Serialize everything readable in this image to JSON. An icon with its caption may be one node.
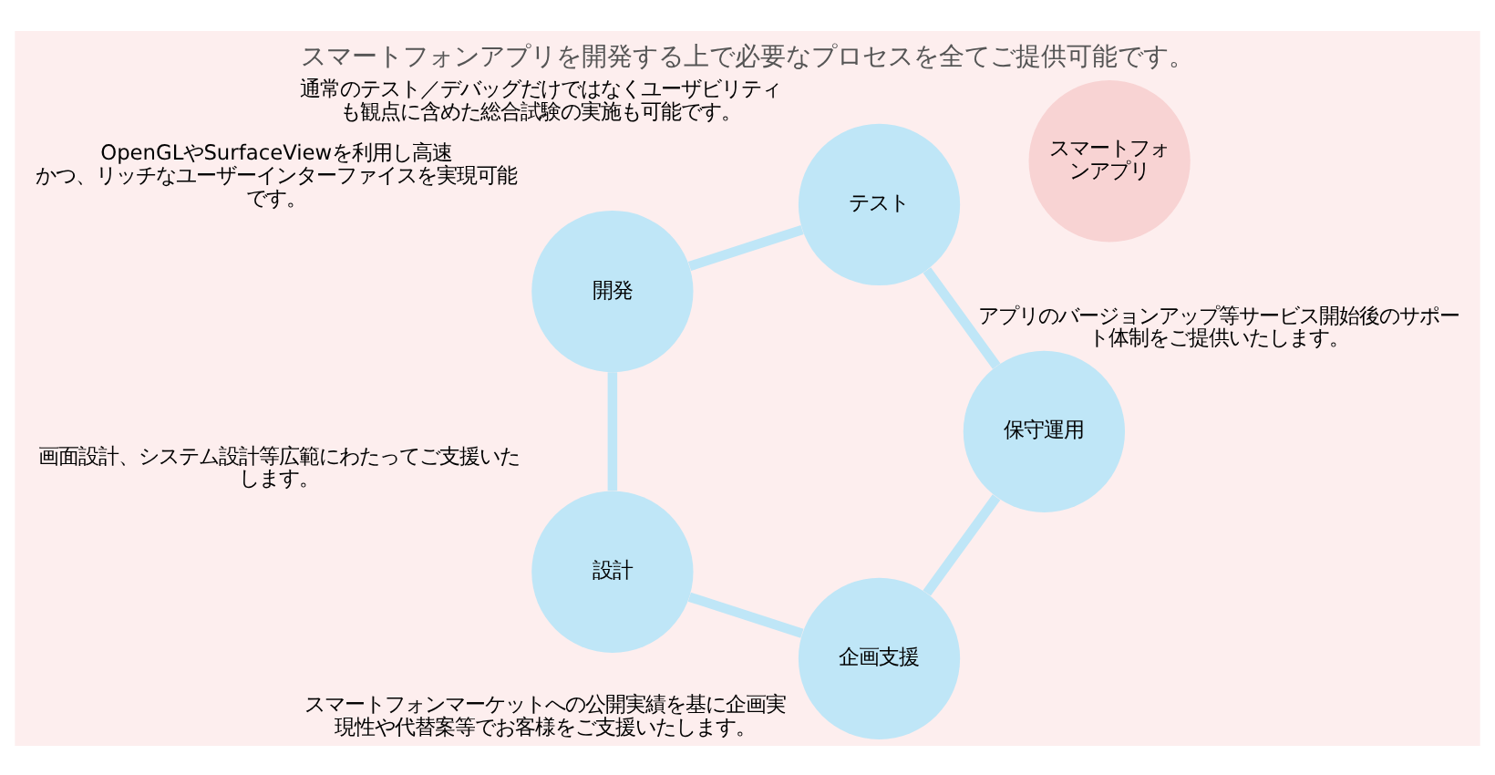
{
  "diagram": {
    "title": "スマートフォンアプリを開発する上で必要なプロセスを全てご提供可能です。",
    "nodes": [
      {
        "text": [
          "企画支援"
        ],
        "beside": [
          "スマートフォンマーケットへの公開実績を基に企画実現性や代替案等でお客様をご支援いたします。"
        ]
      },
      {
        "text": [
          "設計"
        ],
        "beside": [
          "画面設計、システム設計等広範にわたってご支援いたします。"
        ]
      },
      {
        "text": [
          "開発"
        ],
        "beside": [
          "OpenGLやSurfaceViewを利用し高速かつ、リッチなユーザーインターファイスを実現可能です。"
        ]
      },
      {
        "text": [
          "テスト"
        ],
        "beside": [
          "通常のテスト／デバッグだけではなくユーザビリティも観点に含めた総合試験の実施も可能です。"
        ]
      },
      {
        "text": [
          "保守運用"
        ],
        "beside": [
          "アプリのバージョンアップ等サービス開始後のサポート体制をご提供いたします。"
        ]
      },
      {
        "text": [
          "スマートフォンアプリ"
        ]
      }
    ],
    "edges": [
      {
        "from": 0,
        "to": 1,
        "arrow": "none"
      },
      {
        "from": 1,
        "to": 2,
        "arrow": "none"
      },
      {
        "from": 2,
        "to": 3,
        "arrow": "none"
      },
      {
        "from": 3,
        "to": 4,
        "arrow": "none"
      },
      {
        "from": 4,
        "to": 0,
        "arrow": "none"
      }
    ]
  }
}
